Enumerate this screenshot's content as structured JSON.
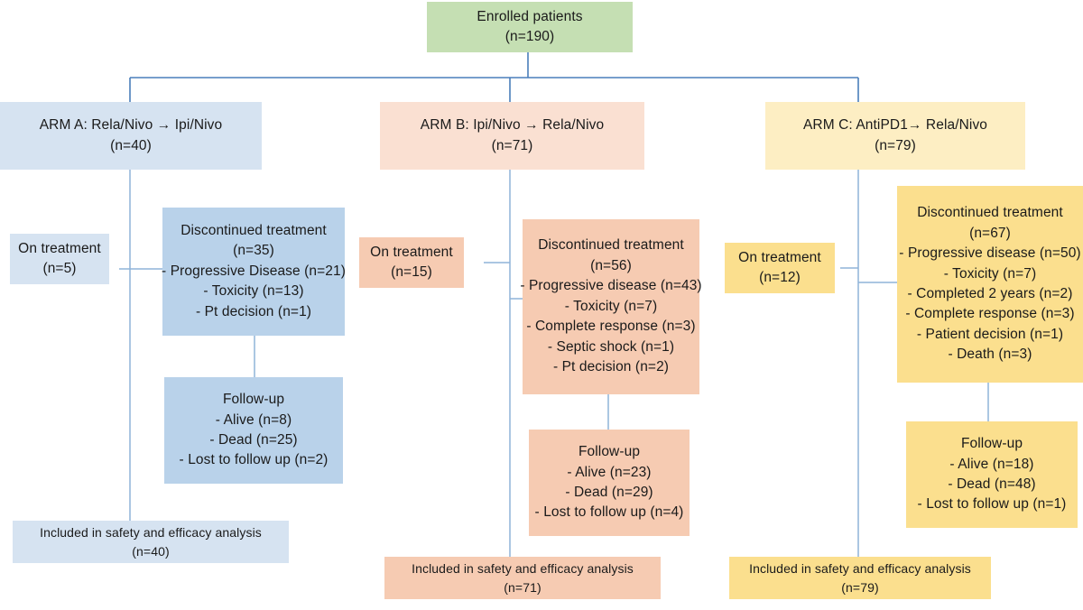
{
  "diagram": {
    "title": "CONSORT-style patient flow diagram",
    "colors": {
      "enrolled": "#c5dfb3",
      "arm_a_light": "#d6e3f1",
      "arm_a": "#b9d2ea",
      "arm_b_light": "#fae0d2",
      "arm_b": "#f6cbb2",
      "arm_c_light": "#fdeec3",
      "arm_c": "#fbdf8e",
      "connector": "#4a7ebb"
    }
  },
  "enrolled": {
    "title": "Enrolled patients",
    "count": "(n=190)"
  },
  "arms": [
    {
      "id": "arm-a",
      "header_title": "ARM A: Rela/Nivo → Ipi/Nivo",
      "header_count": "(n=40)",
      "on_treatment_title": "On treatment",
      "on_treatment_count": "(n=5)",
      "discontinued_title": "Discontinued treatment",
      "discontinued_count": "(n=35)",
      "discontinued_reasons": [
        "- Progressive Disease (n=21)",
        "-      Toxicity (n=13)",
        "-     Pt decision (n=1)"
      ],
      "followup_title": "Follow-up",
      "followup_items": [
        "- Alive (n=8)",
        "- Dead (n=25)",
        "- Lost to follow up (n=2)"
      ],
      "included_title": "Included in safety and efficacy analysis",
      "included_count": "(n=40)"
    },
    {
      "id": "arm-b",
      "header_title": "ARM B: Ipi/Nivo → Rela/Nivo",
      "header_count": "(n=71)",
      "on_treatment_title": "On treatment",
      "on_treatment_count": "(n=15)",
      "discontinued_title": "Discontinued treatment",
      "discontinued_count": "(n=56)",
      "discontinued_reasons": [
        "- Progressive disease (n=43)",
        "- Toxicity (n=7)",
        "- Complete response (n=3)",
        "-     Septic shock (n=1)",
        "-     Pt decision (n=2)"
      ],
      "followup_title": "Follow-up",
      "followup_items": [
        "- Alive (n=23)",
        "- Dead (n=29)",
        "- Lost to follow up (n=4)"
      ],
      "included_title": "Included in safety and efficacy analysis",
      "included_count": "(n=71)"
    },
    {
      "id": "arm-c",
      "header_title": "ARM C: AntiPD1→ Rela/Nivo",
      "header_count": "(n=79)",
      "on_treatment_title": "On treatment",
      "on_treatment_count": "(n=12)",
      "discontinued_title": "Discontinued treatment",
      "discontinued_count": "(n=67)",
      "discontinued_reasons": [
        "- Progressive disease (n=50)",
        "- Toxicity (n=7)",
        "-     Completed 2 years (n=2)",
        "- Complete response (n=3)",
        "- Patient decision (n=1)",
        "- Death (n=3)"
      ],
      "followup_title": "Follow-up",
      "followup_items": [
        "- Alive (n=18)",
        "- Dead (n=48)",
        "- Lost to follow up (n=1)"
      ],
      "included_title": "Included in safety and efficacy analysis",
      "included_count": "(n=79)"
    }
  ]
}
